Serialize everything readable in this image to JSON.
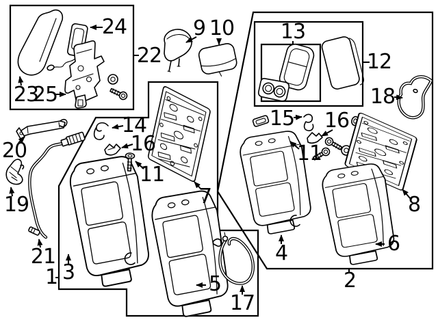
{
  "diagram": {
    "kind": "exploded-parts-diagram",
    "subject": "rear seat back assembly",
    "background_color": "#ffffff",
    "line_color": "#000000"
  },
  "callouts": {
    "c1": "1",
    "c2": "2",
    "c3": "3",
    "c4": "4",
    "c5": "5",
    "c6": "6",
    "c7": "7",
    "c8": "8",
    "c9": "9",
    "c10": "10",
    "c11m": "11",
    "c11r": "11",
    "c12": "12",
    "c13": "13",
    "c14": "14",
    "c15": "15",
    "c16m": "16",
    "c16r": "16",
    "c17": "17",
    "c18": "18",
    "c19": "19",
    "c20": "20",
    "c21": "21",
    "c22": "22",
    "c23": "23",
    "c24": "24",
    "c25": "25"
  }
}
